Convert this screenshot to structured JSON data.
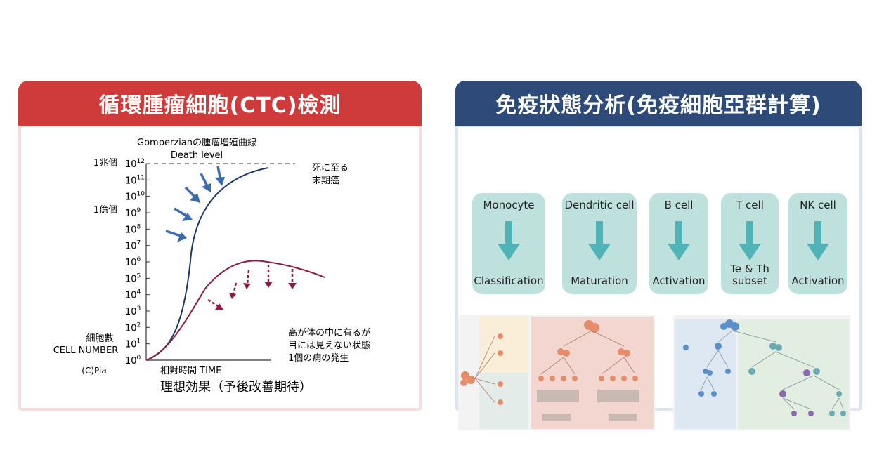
{
  "left": {
    "title": "循環腫瘤細胞(CTC)檢測",
    "chart": {
      "curve_title": "Gomperzianの腫瘤増殖曲線",
      "death_level": "Death level",
      "y_labels": [
        "10",
        "10",
        "10",
        "10",
        "10",
        "10",
        "10",
        "10",
        "10",
        "10",
        "10",
        "10",
        "10"
      ],
      "y_exps": [
        "12",
        "11",
        "10",
        "9",
        "8",
        "7",
        "6",
        "5",
        "4",
        "3",
        "2",
        "1",
        "0"
      ],
      "left_marks": {
        "trillion": "1兆個",
        "hundred_million": "1億個",
        "cell_number_ja": "細胞數",
        "cell_number_en": "CELL NUMBER",
        "credit": "(C)Pia"
      },
      "right_note_top": [
        "死に至る",
        "末期癌"
      ],
      "right_note_bottom": [
        "高が体の中に有るが",
        "目には見えない状態",
        "1個の病の発生"
      ],
      "xlabel": "相對時間 TIME",
      "caption": "理想効果（予後改善期待）",
      "colors": {
        "upper_curve": "#1f3864",
        "lower_curve": "#8b1e3f",
        "blue_arrow": "#3b6cb0",
        "red_arrow": "#8b1e3f"
      }
    }
  },
  "right": {
    "title": "免疫狀態分析(免疫細胞亞群計算)",
    "cells": [
      {
        "top": "Monocyte",
        "bottom": "Classification"
      },
      {
        "top": "Dendritic cell",
        "bottom": "Maturation"
      },
      {
        "top": "B cell",
        "bottom": "Activation"
      },
      {
        "top": "T cell",
        "bottom": "Te & Th subset"
      },
      {
        "top": "NK cell",
        "bottom": "Activation"
      }
    ],
    "arrow_icon": "arrow-down-icon",
    "colors": {
      "box": "#bfe1de",
      "arrow": "#4fb3b8"
    }
  }
}
